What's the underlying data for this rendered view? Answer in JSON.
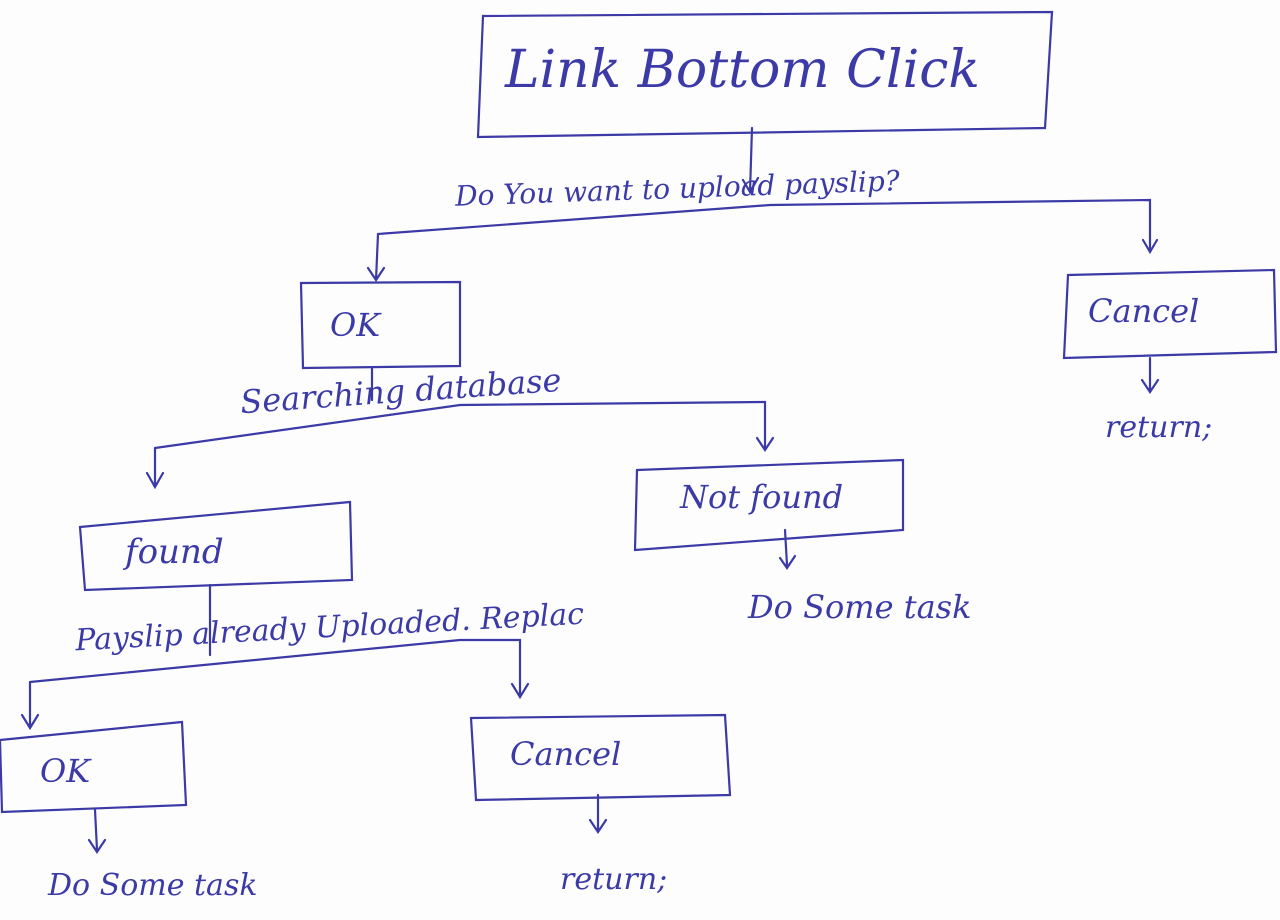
{
  "pen_color": "#3b3aa6",
  "nodes": {
    "start": "Link Bottom Click",
    "ok1": "OK",
    "cancel1": "Cancel",
    "found": "found",
    "not_found": "Not found",
    "ok2": "OK",
    "cancel2": "Cancel"
  },
  "edges": {
    "question1": "Do You want to upload payslip?",
    "searching": "Searching database",
    "question2": "Payslip already Uploaded. Replac"
  },
  "notes": {
    "return1": "return;",
    "task1": "Do Some task",
    "task2": "Do Some task",
    "return2": "return;"
  }
}
